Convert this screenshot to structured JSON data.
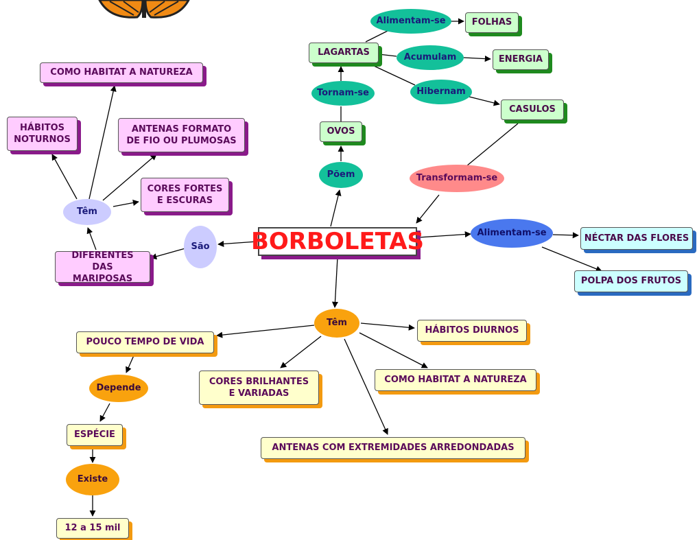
{
  "central": "BORBOLETAS",
  "nodes": {
    "sao": "São",
    "mariposas": "DIFERENTES DAS MARIPOSAS",
    "tem_left": "Têm",
    "habitos_noturnos": "HÁBITOS NOTURNOS",
    "habitat_top": "COMO HABITAT A NATUREZA",
    "antenas_fio": "ANTENAS FORMATO DE FIO OU PLUMOSAS",
    "cores_fortes": "CORES FORTES E ESCURAS",
    "poem": "Põem",
    "ovos": "OVOS",
    "tornam": "Tornam-se",
    "lagartas": "LAGARTAS",
    "alimentam_top": "Alimentam-se",
    "folhas": "FOLHAS",
    "acumulam": "Acumulam",
    "energia": "ENERGIA",
    "hibernam": "Hibernam",
    "casulos": "CASULOS",
    "transformam": "Transformam-se",
    "alimentam_right": "Alimentam-se",
    "nectar": "NÉCTAR DAS FLORES",
    "polpa": "POLPA DOS FRUTOS",
    "tem_bottom": "Têm",
    "pouco_tempo": "POUCO TEMPO DE VIDA",
    "depende": "Depende",
    "especie": "ESPÉCIE",
    "existe": "Existe",
    "quantidade": "12 a 15 mil",
    "habitos_diurnos": "HÁBITOS DIURNOS",
    "cores_brilhantes": "CORES BRILHANTES E VARIADAS",
    "habitat_bottom": "COMO HABITAT A NATUREZA",
    "antenas_arred": "ANTENAS COM EXTREMIDADES ARREDONDADAS"
  },
  "colors": {
    "central_text": "#ff1a1a",
    "pink_box": "#ffccff",
    "green_box": "#ccffcc",
    "cyan_box": "#ccffff",
    "yellow_box": "#ffffcc",
    "lavender_oval": "#ccccff",
    "teal_oval": "#13c09a",
    "salmon_oval": "#ff8a8a",
    "blue_oval": "#4a78ee",
    "orange_oval": "#f9a20e"
  },
  "decoration": {
    "butterfly_icon": "butterfly-wings-icon"
  }
}
